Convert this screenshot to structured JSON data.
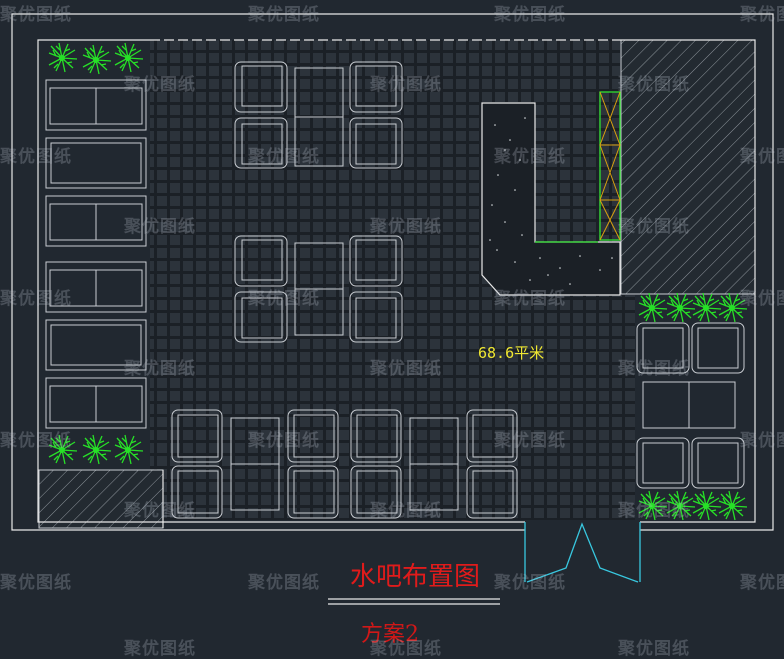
{
  "drawing": {
    "title": "水吧布置图",
    "subtitle": "方案2",
    "area_label": "68.6平米",
    "watermark": "聚优图纸"
  },
  "colors": {
    "background": "#212830",
    "wall": "#e8e8e8",
    "furniture": "#c9cdd2",
    "plants": "#27e027",
    "counter_highlight": "#2fe02f",
    "cabinet_cross": "#d8a010",
    "door": "#38c8e0",
    "title": "#e01b1b",
    "area_text": "#f0e832"
  },
  "icons": [
    "plant-icon",
    "door-swing-icon",
    "hatch-pattern"
  ]
}
